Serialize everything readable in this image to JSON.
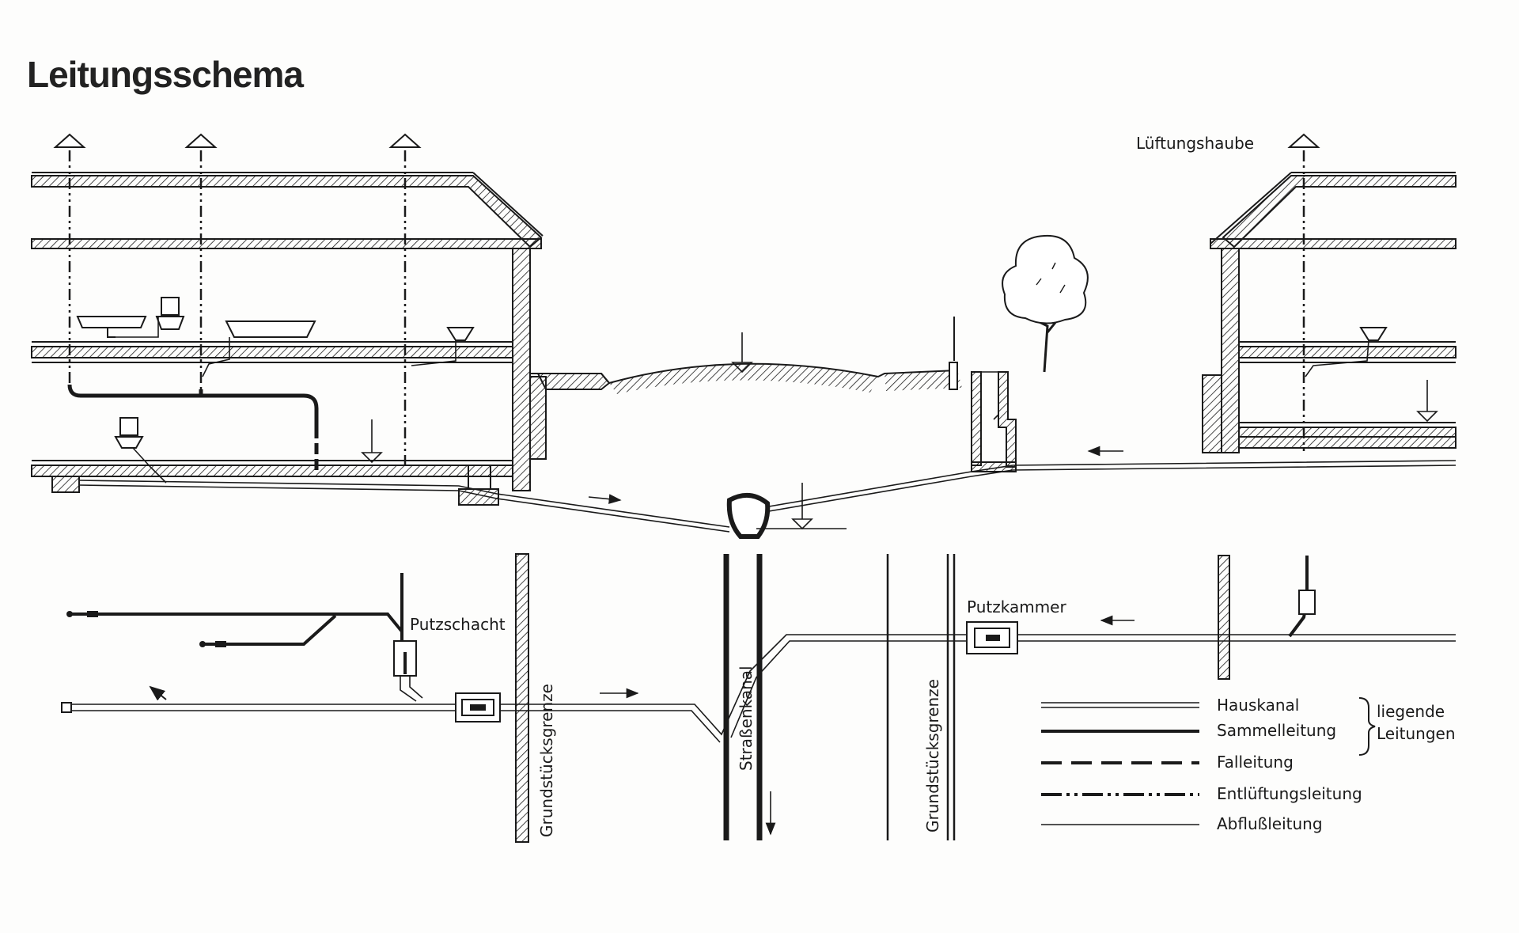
{
  "title": "Leitungsschema",
  "labels": {
    "vent_hood": "Lüftungshaube",
    "clean_out_shaft": "Putzschacht",
    "clean_out_chamber": "Putzkammer",
    "property_line_left": "Grundstücksgrenze",
    "property_line_right": "Grundstücksgrenze",
    "street_sewer": "Straßenkanal"
  },
  "legend": {
    "items": [
      {
        "label": "Hauskanal",
        "style": "double"
      },
      {
        "label": "Sammelleitung",
        "style": "thick"
      },
      {
        "label": "Falleitung",
        "style": "dashed"
      },
      {
        "label": "Entlüftungsleitung",
        "style": "dash-dot"
      },
      {
        "label": "Abflußleitung",
        "style": "thin"
      }
    ],
    "group_label_line1": "liegende",
    "group_label_line2": "Leitungen"
  },
  "colors": {
    "ink": "#1a1a1a",
    "paper": "#fdfdfc"
  }
}
